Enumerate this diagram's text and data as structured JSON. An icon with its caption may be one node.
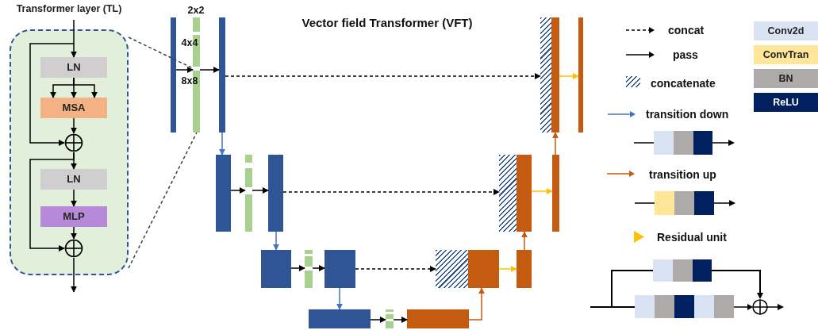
{
  "diagram": {
    "title": "Vector field Transformer (VFT)",
    "nodes": [
      {
        "text": [
          "Transformer layer (TL)"
        ]
      },
      {
        "text": [
          "LN"
        ],
        "in": 0
      },
      {
        "text": [
          "MSA"
        ],
        "in": 0
      },
      {
        "text": [],
        "shape": "circle",
        "in": 0
      },
      {
        "text": [
          "LN"
        ],
        "in": 0
      },
      {
        "text": [
          "MLP"
        ],
        "in": 0
      },
      {
        "text": [],
        "shape": "circle",
        "in": 0
      },
      {
        "text": [],
        "shape": "bar"
      },
      {
        "text": [],
        "shape": "bar"
      },
      {
        "text": [],
        "shape": "bar"
      },
      {
        "text": [],
        "shape": "bar"
      },
      {
        "text": [],
        "shape": "bar"
      },
      {
        "text": [],
        "shape": "bar"
      },
      {
        "text": [],
        "shape": "bar"
      },
      {
        "text": [],
        "shape": "bar"
      },
      {
        "text": [],
        "shape": "bar"
      },
      {
        "text": [],
        "shape": "bar"
      },
      {
        "text": [],
        "shape": "bar"
      },
      {
        "text": [],
        "shape": "bar"
      },
      {
        "text": [],
        "shape": "box"
      },
      {
        "text": [],
        "shape": "bar"
      },
      {
        "text": [],
        "shape": "box"
      },
      {
        "text": [],
        "shape": "box"
      },
      {
        "text": [],
        "shape": "box"
      },
      {
        "text": [],
        "shape": "bar"
      },
      {
        "text": [],
        "shape": "bar"
      },
      {
        "text": [],
        "shape": "bar"
      },
      {
        "text": [],
        "shape": "bar"
      }
    ],
    "edges": [
      {
        "from": null,
        "to": 1,
        "arrow": "to"
      },
      {
        "from": null,
        "to": 3,
        "arrow": "to"
      },
      {
        "from": 1,
        "to": 2,
        "arrow": "to"
      },
      {
        "from": 1,
        "to": 2,
        "arrow": "to"
      },
      {
        "from": 1,
        "to": 2,
        "arrow": "to"
      },
      {
        "from": 2,
        "to": 3,
        "arrow": "to"
      },
      {
        "from": 3,
        "to": 4,
        "arrow": "to"
      },
      {
        "from": 3,
        "to": 6,
        "arrow": "to"
      },
      {
        "from": 4,
        "to": 5,
        "arrow": "to"
      },
      {
        "from": 5,
        "to": 6,
        "arrow": "to"
      },
      {
        "from": 6,
        "to": null,
        "arrow": "to"
      },
      {
        "from": 0,
        "to": 8,
        "arrow": "none",
        "style": "dashed",
        "color": "#404040"
      },
      {
        "from": 0,
        "to": 8,
        "arrow": "none",
        "style": "dashed",
        "color": "#404040"
      },
      {
        "from": 7,
        "to": 8,
        "arrow": "to"
      },
      {
        "from": 8,
        "to": 9,
        "arrow": "to"
      },
      {
        "from": 9,
        "to": 10,
        "arrow": "to",
        "style": "dashed"
      },
      {
        "from": 11,
        "to": 12,
        "arrow": "to",
        "color": "#ffc000"
      },
      {
        "from": 9,
        "to": 13,
        "arrow": "to",
        "color": "#4472c4"
      },
      {
        "from": 13,
        "to": 14,
        "arrow": "to"
      },
      {
        "from": 14,
        "to": 15,
        "arrow": "to"
      },
      {
        "from": 15,
        "to": 16,
        "arrow": "to",
        "style": "dashed"
      },
      {
        "from": 17,
        "to": 18,
        "arrow": "to",
        "color": "#ffc000"
      },
      {
        "from": 18,
        "to": 11,
        "arrow": "to",
        "color": "#c55a11"
      },
      {
        "from": 15,
        "to": 19,
        "arrow": "to",
        "color": "#4472c4"
      },
      {
        "from": 19,
        "to": 20,
        "arrow": "to"
      },
      {
        "from": 20,
        "to": 21,
        "arrow": "to"
      },
      {
        "from": 21,
        "to": 22,
        "arrow": "to",
        "style": "dashed"
      },
      {
        "from": 23,
        "to": 24,
        "arrow": "to",
        "color": "#ffc000"
      },
      {
        "from": 24,
        "to": 17,
        "arrow": "to",
        "color": "#c55a11"
      },
      {
        "from": 21,
        "to": 25,
        "arrow": "to",
        "color": "#4472c4"
      },
      {
        "from": 25,
        "to": 26,
        "arrow": "to"
      },
      {
        "from": 26,
        "to": 27,
        "arrow": "to"
      },
      {
        "from": 27,
        "to": 23,
        "arrow": "to",
        "color": "#c55a11"
      }
    ],
    "labels": [
      "2x2",
      "4x4",
      "8x8"
    ],
    "legend": [
      {
        "text": "concat"
      },
      {
        "text": "pass"
      },
      {
        "text": "concatenate"
      },
      {
        "text": "transition down"
      },
      {
        "text": "transition up"
      },
      {
        "text": "Residual unit"
      },
      {
        "text": "Conv2d",
        "color": "#dae3f3"
      },
      {
        "text": "ConvTran",
        "color": "#ffe699"
      },
      {
        "text": "BN",
        "color": "#aeaaaa"
      },
      {
        "text": "ReLU",
        "color": "#002060"
      }
    ]
  }
}
